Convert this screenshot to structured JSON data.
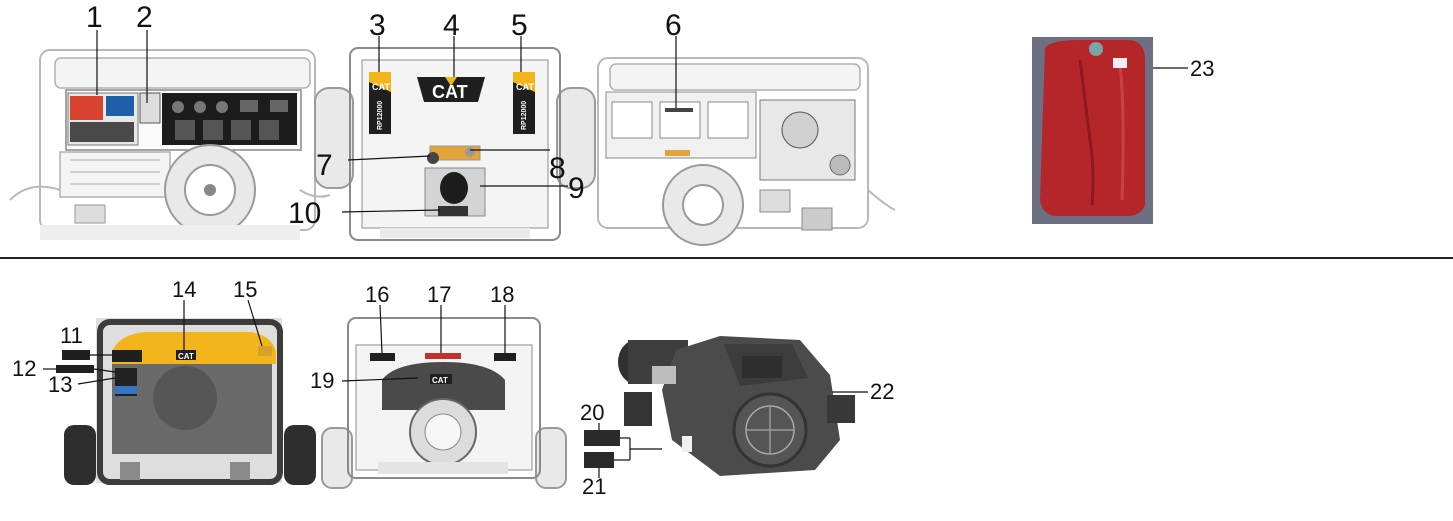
{
  "callouts": {
    "c1": "1",
    "c2": "2",
    "c3": "3",
    "c4": "4",
    "c5": "5",
    "c6": "6",
    "c7": "7",
    "c8": "8",
    "c9": "9",
    "c10": "10",
    "c11": "11",
    "c12": "12",
    "c13": "13",
    "c14": "14",
    "c15": "15",
    "c16": "16",
    "c17": "17",
    "c18": "18",
    "c19": "19",
    "c20": "20",
    "c21": "21",
    "c22": "22",
    "c23": "23"
  },
  "brand": {
    "logo_text": "CAT",
    "model_text": "RP12000"
  },
  "colors": {
    "cat_yellow": "#f2b51b",
    "cat_black": "#1f1f1f",
    "tank_red": "#b5262a",
    "label_red": "#d2312b",
    "engine_gray": "#4a4a4a",
    "divider": "#222222"
  }
}
